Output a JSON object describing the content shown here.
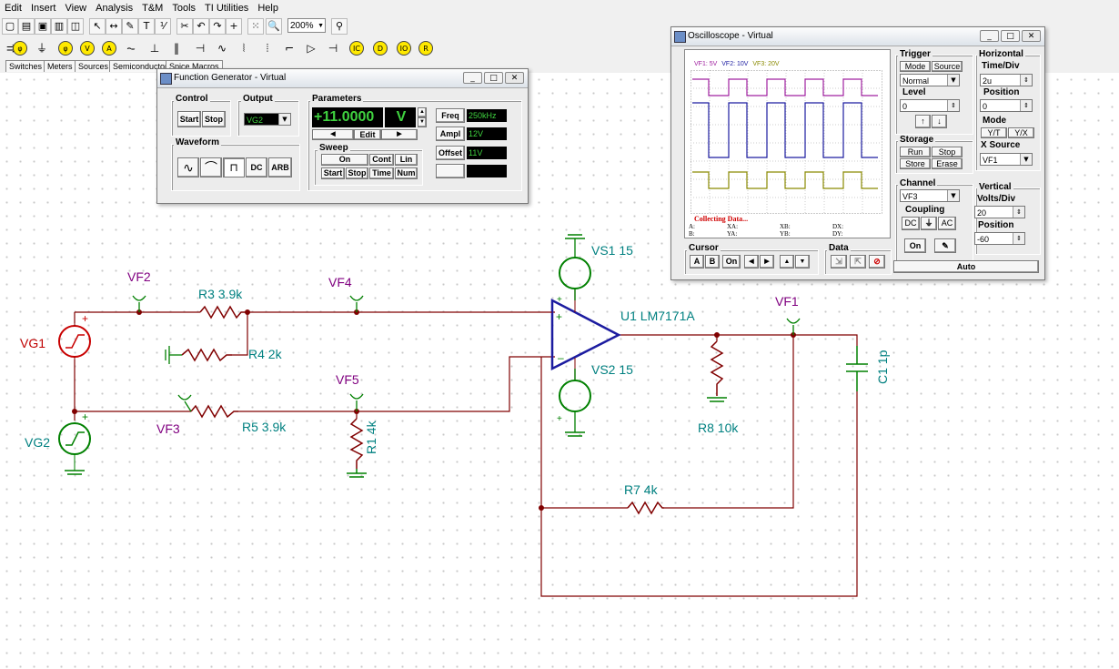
{
  "menubar": {
    "items": [
      "Edit",
      "Insert",
      "View",
      "Analysis",
      "T&M",
      "Tools",
      "TI Utilities",
      "Help"
    ]
  },
  "toolbar": {
    "zoom": "200%"
  },
  "component_tabs": [
    "Switches",
    "Meters",
    "Sources",
    "Semiconductors",
    "Spice Macros"
  ],
  "function_generator": {
    "title": "Function Generator - Virtual",
    "control_label": "Control",
    "start_label": "Start",
    "stop_label": "Stop",
    "output_label": "Output",
    "output_value": "VG2",
    "parameters_label": "Parameters",
    "value_display": "+11.0000",
    "unit_display": "V",
    "edit_label": "Edit",
    "freq_label": "Freq",
    "freq_value": "250kHz",
    "ampl_label": "Ampl",
    "ampl_value": "12V",
    "offset_label": "Offset",
    "offset_value": "11V",
    "waveform_label": "Waveform",
    "dc_label": "DC",
    "arb_label": "ARB",
    "sweep_label": "Sweep",
    "sweep_buttons": [
      "On",
      "Cont",
      "Lin",
      "Start",
      "Stop",
      "Time",
      "Num"
    ]
  },
  "oscilloscope": {
    "title": "Oscilloscope - Virtual",
    "channel_legend": [
      {
        "text": "VF1: 5V",
        "color": "#1c1ca0"
      },
      {
        "text": "VF2: 10V",
        "color": "#1c1ca0"
      },
      {
        "text": "VF3: 20V",
        "color": "#8a8a00"
      }
    ],
    "status": "Collecting Data...",
    "readouts": [
      "A:",
      "XA:",
      "XB:",
      "DX:",
      "B:",
      "YA:",
      "YB:",
      "DY:"
    ],
    "trigger": {
      "label": "Trigger",
      "mode": "Mode",
      "source": "Source",
      "mode_value": "Normal",
      "level_label": "Level",
      "level_value": "0"
    },
    "storage": {
      "label": "Storage",
      "run": "Run",
      "stop": "Stop",
      "store": "Store",
      "erase": "Erase"
    },
    "channel": {
      "label": "Channel",
      "value": "VF3",
      "coupling_label": "Coupling",
      "dc": "DC",
      "ac": "AC",
      "on": "On"
    },
    "horizontal": {
      "label": "Horizontal",
      "time_div_label": "Time/Div",
      "time_div_value": "2u",
      "position_label": "Position",
      "position_value": "0",
      "mode_label": "Mode",
      "yt": "Y/T",
      "yx": "Y/X",
      "xsource_label": "X Source",
      "xsource_value": "VF1"
    },
    "vertical": {
      "label": "Vertical",
      "volts_div_label": "Volts/Div",
      "volts_div_value": "20",
      "position_label": "Position",
      "position_value": "-60"
    },
    "cursor": {
      "label": "Cursor",
      "buttons": [
        "A",
        "B",
        "On"
      ]
    },
    "data_label": "Data",
    "auto_label": "Auto",
    "trace_colors": {
      "vf1": "#a020a0",
      "vf2": "#1c1ca0",
      "vf3": "#8a8a00"
    }
  },
  "schematic": {
    "labels": {
      "vg1": "VG1",
      "vg2": "VG2",
      "vf2": "VF2",
      "vf3": "VF3",
      "vf4": "VF4",
      "vf5": "VF5",
      "vf1": "VF1",
      "r3": "R3 3.9k",
      "r4": "R4 2k",
      "r5": "R5 3.9k",
      "r1": "R1 4k",
      "r8": "R8 10k",
      "r7": "R7 4k",
      "c1": "C1 1p",
      "u1": "U1 LM7171A",
      "vs1": "VS1 15",
      "vs2": "VS2 15"
    },
    "colors": {
      "wire": "#800000",
      "component": "#008000",
      "source": "#c80000",
      "label_teal": "#008080",
      "label_purple": "#800080",
      "label_red": "#c00000"
    }
  }
}
